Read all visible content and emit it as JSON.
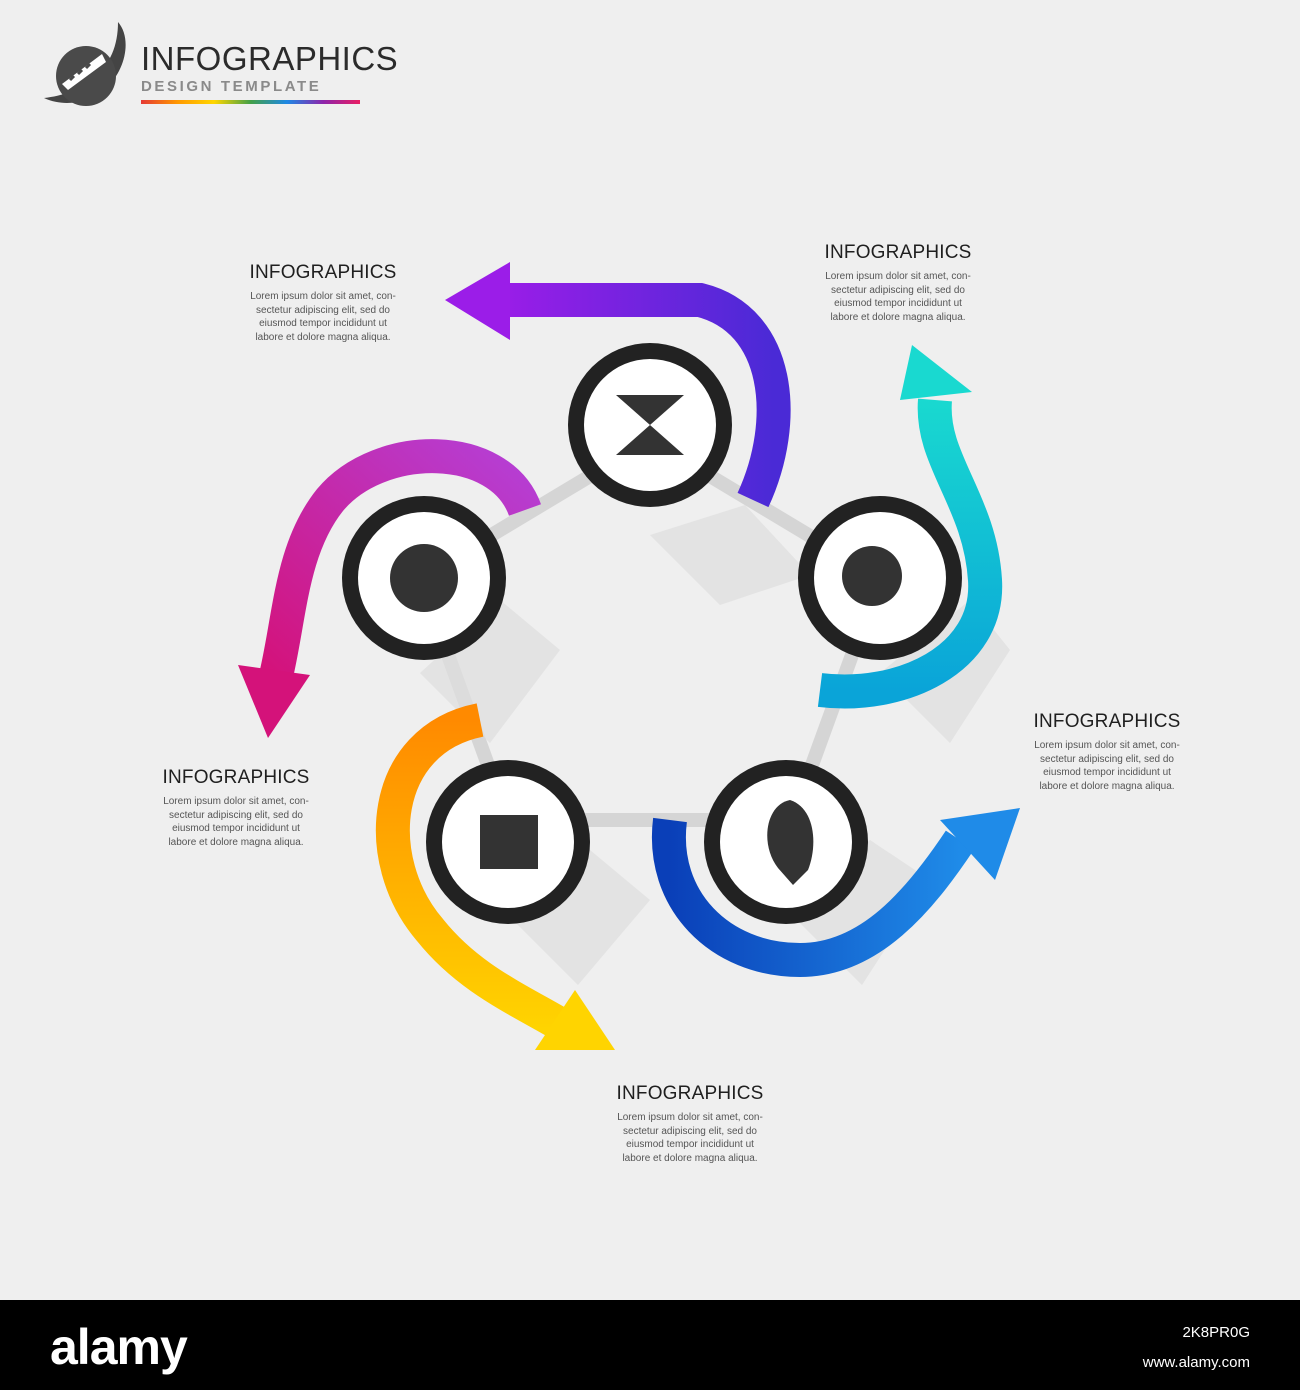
{
  "header": {
    "title": "INFOGRAPHICS",
    "subtitle": "DESIGN TEMPLATE",
    "logo_icon": "rocket-logo-icon"
  },
  "blocks": [
    {
      "heading": "INFOGRAPHICS",
      "text": [
        "Lorem ipsum dolor sit amet, con-",
        "sectetur adipiscing elit, sed do",
        "eiusmod tempor incididunt ut",
        "labore et dolore magna aliqua."
      ]
    },
    {
      "heading": "INFOGRAPHICS",
      "text": [
        "Lorem ipsum dolor sit amet, con-",
        "sectetur adipiscing elit, sed do",
        "eiusmod tempor incididunt ut",
        "labore et dolore magna aliqua."
      ]
    },
    {
      "heading": "INFOGRAPHICS",
      "text": [
        "Lorem ipsum dolor sit amet, con-",
        "sectetur adipiscing elit, sed do",
        "eiusmod tempor incididunt ut",
        "labore et dolore magna aliqua."
      ]
    },
    {
      "heading": "INFOGRAPHICS",
      "text": [
        "Lorem ipsum dolor sit amet, con-",
        "sectetur adipiscing elit, sed do",
        "eiusmod tempor incididunt ut",
        "labore et dolore magna aliqua."
      ]
    },
    {
      "heading": "INFOGRAPHICS",
      "text": [
        "Lorem ipsum dolor sit amet, con-",
        "sectetur adipiscing elit, sed do",
        "eiusmod tempor incididunt ut",
        "labore et dolore magna aliqua."
      ]
    }
  ],
  "steps": [
    {
      "icon": "hourglass-icon",
      "color_start": "#4a2ad6",
      "color_end": "#9b1de8"
    },
    {
      "icon": "coin-icon",
      "color_start": "#0aa4d8",
      "color_end": "#19d9d0"
    },
    {
      "icon": "pin-icon",
      "color_start": "#0a3fb8",
      "color_end": "#1f8be8"
    },
    {
      "icon": "square-icon",
      "color_start": "#ff8a00",
      "color_end": "#ffd400"
    },
    {
      "icon": "circle-icon",
      "color_start": "#d4127a",
      "color_end": "#b53fd6"
    }
  ],
  "footer": {
    "brand": "alamy",
    "image_id": "2K8PR0G",
    "website": "www.alamy.com"
  }
}
